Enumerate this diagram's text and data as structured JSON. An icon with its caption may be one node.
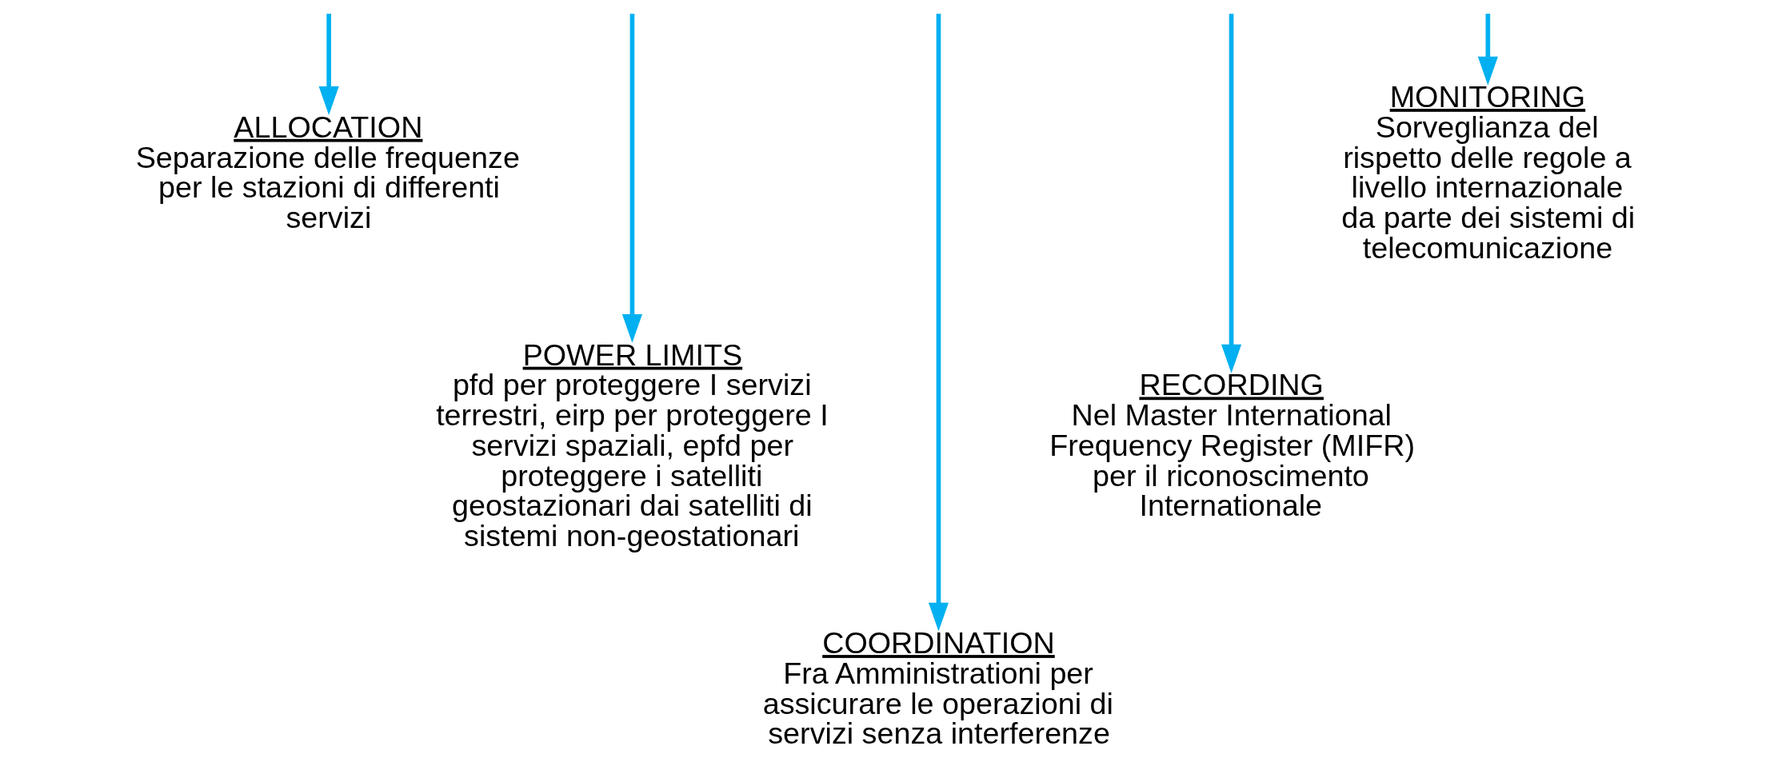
{
  "diagram": {
    "nodes": [
      {
        "text": [
          "ALLOCATION",
          "Separazione delle frequenze per le stazioni di differenti servizi"
        ]
      },
      {
        "text": [
          "POWER LIMITS",
          "pfd per proteggere I servizi terrestri, eirp per proteggere I servizi spaziali, epfd per proteggere i satelliti geostazionari dai satelliti di sistemi non-geostationari"
        ]
      },
      {
        "text": [
          "COORDINATION",
          "Fra Amministrationi per assicurare le operazioni di servizi senza interferenze"
        ]
      },
      {
        "text": [
          "RECORDING",
          "Nel Master International Frequency Register (MIFR) per il riconoscimento Internationale"
        ]
      },
      {
        "text": [
          "MONITORING",
          "Sorveglianza del rispetto delle regole a livello internazionale da parte dei sistemi di telecomunicazione"
        ]
      }
    ],
    "edges": [
      {
        "from": null,
        "to": 0,
        "arrow": "to"
      },
      {
        "from": null,
        "to": 1,
        "arrow": "to"
      },
      {
        "from": null,
        "to": 2,
        "arrow": "to"
      },
      {
        "from": null,
        "to": 3,
        "arrow": "to"
      },
      {
        "from": null,
        "to": 4,
        "arrow": "to"
      }
    ]
  }
}
